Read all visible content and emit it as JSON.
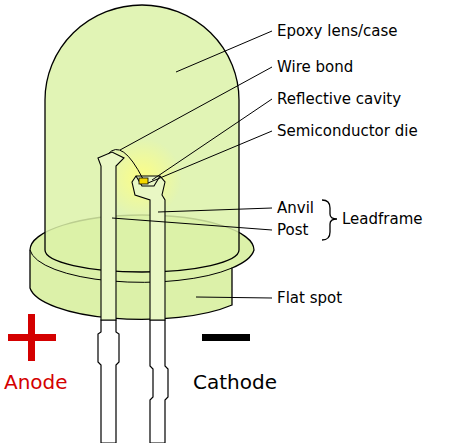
{
  "diagram": {
    "labels": [
      "Epoxy lens/case",
      "Wire bond",
      "Reflective cavity",
      "Semiconductor die",
      "Anvil",
      "Post",
      "Leadframe",
      "Flat spot",
      "Anode",
      "Cathode"
    ]
  }
}
